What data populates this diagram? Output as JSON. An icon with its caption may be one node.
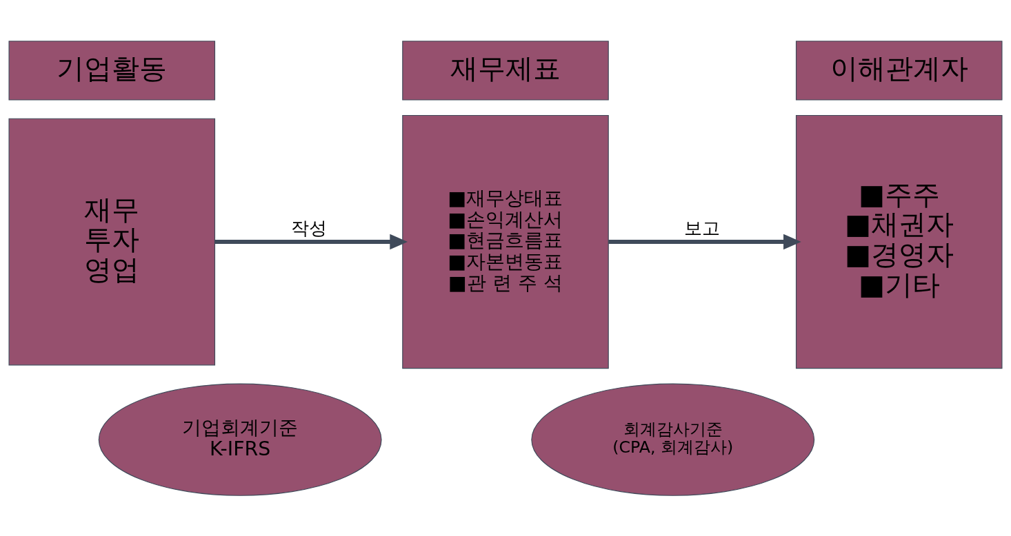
{
  "diagram": {
    "nodes": [
      {
        "text": [
          "기업활동"
        ]
      },
      {
        "text": [
          "재무제표"
        ]
      },
      {
        "text": [
          "이해관계자"
        ]
      },
      {
        "text": [
          "재무",
          "투자",
          "영업"
        ]
      },
      {
        "text": [
          "■재무상태표",
          "■손익계산서",
          "■현금흐름표",
          "■자본변동표",
          "■관 련 주 석"
        ]
      },
      {
        "text": [
          "■주주",
          "■채권자",
          "■경영자",
          "■기타"
        ]
      },
      {
        "text": [
          "기업회계기준",
          "K-IFRS"
        ]
      },
      {
        "text": [
          "회계감사기준",
          "(CPA, 회계감사)"
        ]
      }
    ],
    "edges": [
      {
        "from": 3,
        "to": 4,
        "arrow": "to",
        "label": "작성"
      },
      {
        "from": 4,
        "to": 5,
        "arrow": "to",
        "label": "보고"
      }
    ]
  }
}
